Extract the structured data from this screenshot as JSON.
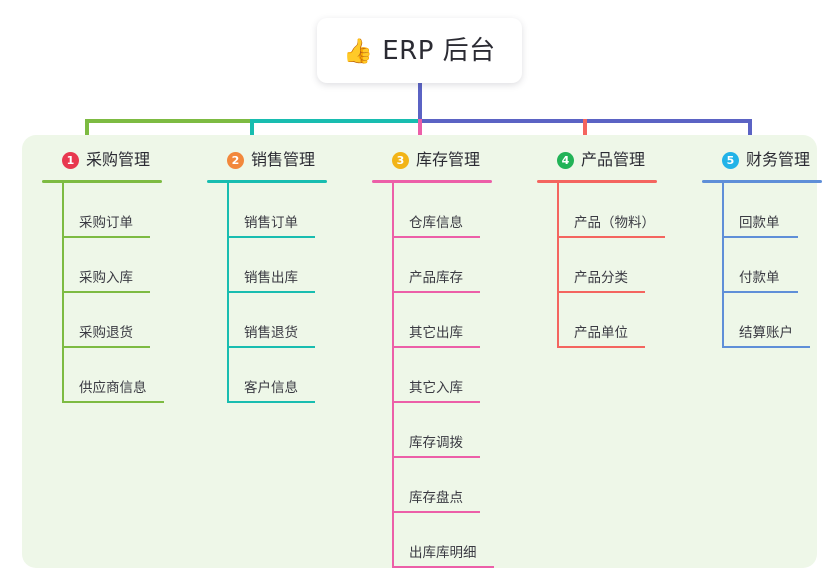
{
  "root": {
    "emoji": "👍",
    "emoji_name": "thumbs-up-icon",
    "title": "ERP 后台"
  },
  "theme": {
    "page_background": "#ffffff",
    "panel_background": "#eef7e8",
    "card_background": "#ffffff",
    "text_color": "#2b2b33",
    "stem_color": "#5b63c4"
  },
  "columns": [
    {
      "index": "1",
      "title": "采购管理",
      "badge_color": "#e8384f",
      "line_color": "#7dbb42",
      "connector_color": "#7dbb42",
      "rule_width": 120,
      "items": [
        {
          "label": "采购订单",
          "rule_width": 88
        },
        {
          "label": "采购入库",
          "rule_width": 88
        },
        {
          "label": "采购退货",
          "rule_width": 88
        },
        {
          "label": "供应商信息",
          "rule_width": 102
        }
      ]
    },
    {
      "index": "2",
      "title": "销售管理",
      "badge_color": "#f2883c",
      "line_color": "#18bdb0",
      "connector_color": "#18bdb0",
      "rule_width": 120,
      "items": [
        {
          "label": "销售订单",
          "rule_width": 88
        },
        {
          "label": "销售出库",
          "rule_width": 88
        },
        {
          "label": "销售退货",
          "rule_width": 88
        },
        {
          "label": "客户信息",
          "rule_width": 88
        }
      ]
    },
    {
      "index": "3",
      "title": "库存管理",
      "badge_color": "#f2b417",
      "line_color": "#ec5fa8",
      "connector_color": "#ec5fa8",
      "rule_width": 120,
      "items": [
        {
          "label": "仓库信息",
          "rule_width": 88
        },
        {
          "label": "产品库存",
          "rule_width": 88
        },
        {
          "label": "其它出库",
          "rule_width": 88
        },
        {
          "label": "其它入库",
          "rule_width": 88
        },
        {
          "label": "库存调拨",
          "rule_width": 88
        },
        {
          "label": "库存盘点",
          "rule_width": 88
        },
        {
          "label": "出库库明细",
          "rule_width": 102
        }
      ]
    },
    {
      "index": "4",
      "title": "产品管理",
      "badge_color": "#22b357",
      "line_color": "#f4655f",
      "connector_color": "#f4655f",
      "rule_width": 120,
      "items": [
        {
          "label": "产品（物料）",
          "rule_width": 108
        },
        {
          "label": "产品分类",
          "rule_width": 88
        },
        {
          "label": "产品单位",
          "rule_width": 88
        }
      ]
    },
    {
      "index": "5",
      "title": "财务管理",
      "badge_color": "#22b3e8",
      "line_color": "#5f8fd8",
      "connector_color": "#5b63c4",
      "rule_width": 120,
      "items": [
        {
          "label": "回款单",
          "rule_width": 76
        },
        {
          "label": "付款单",
          "rule_width": 76
        },
        {
          "label": "结算账户",
          "rule_width": 88
        }
      ]
    }
  ]
}
